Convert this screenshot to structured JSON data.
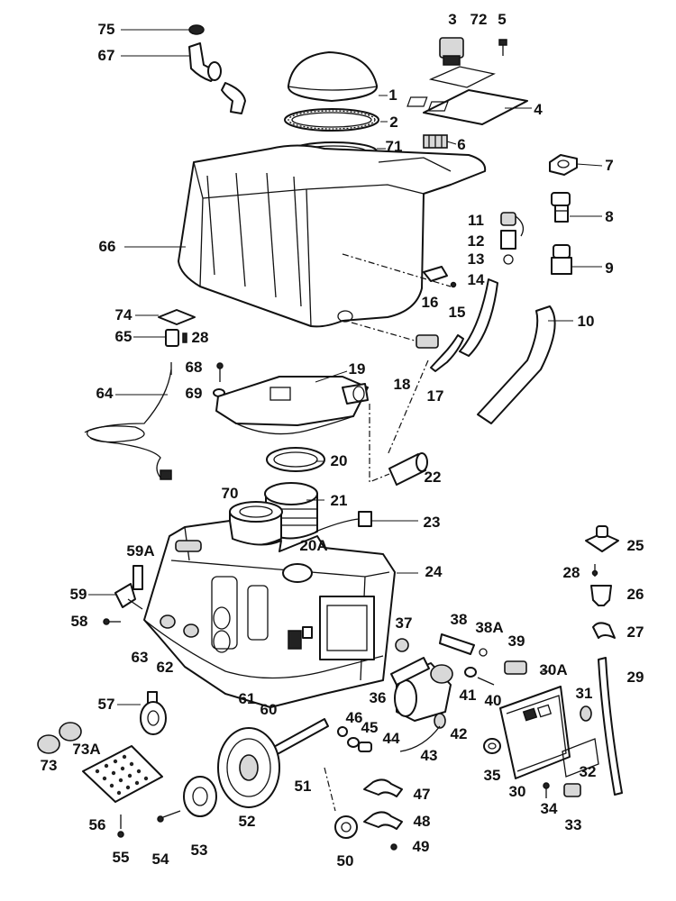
{
  "labels": [
    "75",
    "67",
    "3",
    "72",
    "5",
    "1",
    "4",
    "2",
    "71",
    "6",
    "7",
    "8",
    "11",
    "12",
    "13",
    "9",
    "14",
    "66",
    "16",
    "15",
    "10",
    "74",
    "65",
    "28",
    "18",
    "17",
    "68",
    "19",
    "69",
    "64",
    "20",
    "22",
    "70",
    "21",
    "23",
    "20A",
    "59A",
    "25",
    "28",
    "26",
    "24",
    "59",
    "37",
    "38",
    "38A",
    "58",
    "39",
    "30A",
    "27",
    "29",
    "63",
    "62",
    "61",
    "60",
    "36",
    "41",
    "40",
    "31",
    "57",
    "46",
    "45",
    "42",
    "44",
    "43",
    "73A",
    "73",
    "51",
    "47",
    "35",
    "30",
    "32",
    "56",
    "52",
    "34",
    "33",
    "48",
    "55",
    "54",
    "53",
    "50",
    "49"
  ]
}
